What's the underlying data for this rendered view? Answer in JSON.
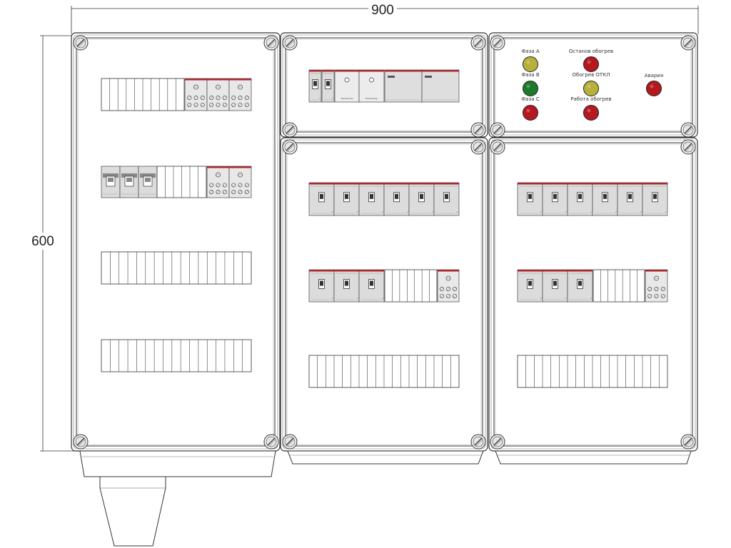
{
  "dimensions": {
    "width_label": "900",
    "height_label": "600"
  },
  "colors": {
    "lamp_yellow": "#b7b03a",
    "lamp_red": "#b4191f",
    "lamp_green": "#1d7a2c",
    "breaker_body": "#dcdcdc",
    "breaker_stripe": "#a8282d",
    "frame_line": "#333333"
  },
  "signal_lamps": [
    {
      "label": "Фаза A",
      "color": "yellow"
    },
    {
      "label": "Фаза B",
      "color": "green"
    },
    {
      "label": "Фаза C",
      "color": "red"
    },
    {
      "label": "Останов обогрев",
      "color": "red"
    },
    {
      "label": "Обогрев ОТКЛ",
      "color": "yellow"
    },
    {
      "label": "Работа обогрев",
      "color": "red"
    },
    {
      "label": "Авария",
      "color": "red"
    }
  ],
  "module_captions": {
    "relay": "Контактор"
  }
}
